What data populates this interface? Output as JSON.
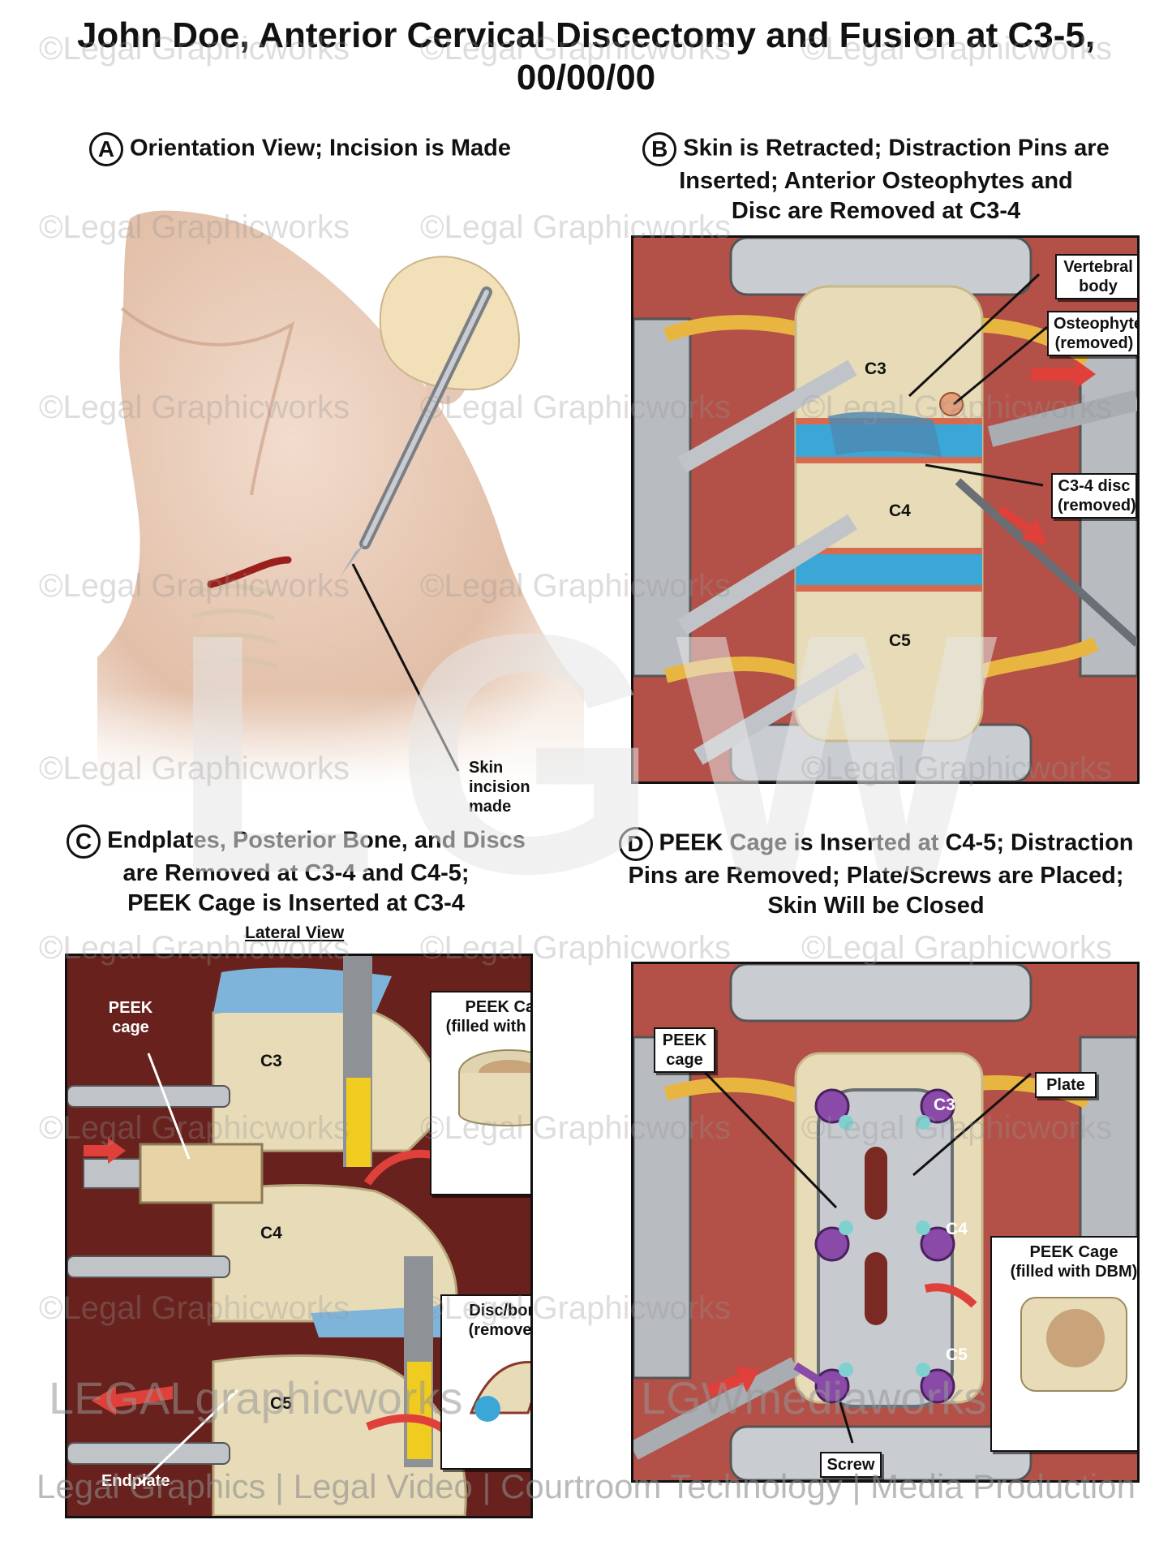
{
  "title": {
    "line1": "John Doe, Anterior Cervical Discectomy and Fusion at C3-5,",
    "line2": "00/00/00"
  },
  "panels": {
    "a": {
      "letter": "A",
      "heading": "Orientation View; Incision is Made",
      "labels": {
        "incision": "Skin incision made"
      }
    },
    "b": {
      "letter": "B",
      "heading_l1": "Skin is Retracted; Distraction Pins are",
      "heading_l2": "Inserted; Anterior Osteophytes and",
      "heading_l3": "Disc are Removed at C3-4",
      "labels": {
        "vertebral_body": "Vertebral body",
        "osteophyte": "Osteophyte (removed)",
        "disc": "C3-4 disc (removed)",
        "c3": "C3",
        "c4": "C4",
        "c5": "C5"
      }
    },
    "c": {
      "letter": "C",
      "heading_l1": "Endplates, Posterior Bone, and Discs",
      "heading_l2": "are Removed at C3-4 and C4-5;",
      "heading_l3": "PEEK Cage is Inserted at C3-4",
      "subheading": "Lateral View",
      "labels": {
        "peek_cage": "PEEK cage",
        "cage_box_l1": "PEEK Cage",
        "cage_box_l2": "(filled with DBM)",
        "disc_bone_l1": "Disc/bone",
        "disc_bone_l2": "(removed)",
        "endplate": "Endplate",
        "c3": "C3",
        "c4": "C4",
        "c5": "C5"
      }
    },
    "d": {
      "letter": "D",
      "heading_l1": "PEEK Cage is Inserted at C4-5; Distraction",
      "heading_l2": "Pins are Removed; Plate/Screws are Placed;",
      "heading_l3": "Skin Will be Closed",
      "labels": {
        "peek_cage": "PEEK cage",
        "plate": "Plate",
        "screw": "Screw",
        "cage_box_l1": "PEEK Cage",
        "cage_box_l2": "(filled with DBM)",
        "c3": "C3",
        "c4": "C4",
        "c5": "C5"
      }
    }
  },
  "watermark": {
    "text": "©Legal Graphicworks",
    "logo": "LGW",
    "brand_left": "LEGALgraphicworks",
    "brand_right": "LGWmediaworks",
    "tagline": "Legal Graphics | Legal Video | Courtroom Technology | Media Production"
  },
  "colors": {
    "tissue_red": "#a8322a",
    "bone": "#e8dcb8",
    "disc_blue": "#3aa7d6",
    "metal": "#b8bcc0",
    "screw_purple": "#8a4aa8",
    "arrow_red": "#e0403a"
  }
}
